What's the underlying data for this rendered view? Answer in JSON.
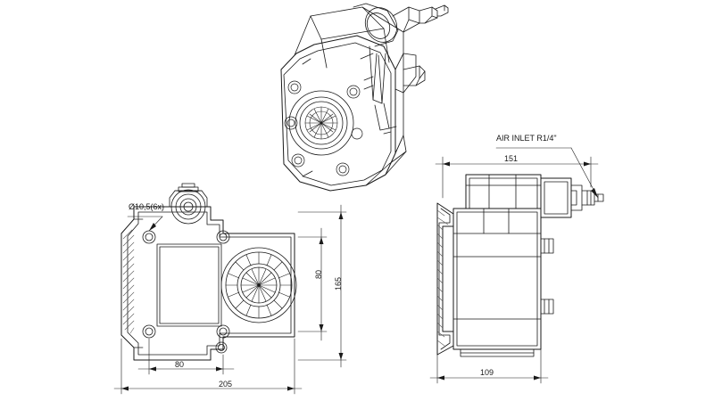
{
  "drawing": {
    "title": "pneumatic starter motor technical drawing",
    "background": "#ffffff",
    "line_color": "#1a1a1a",
    "hatch_color": "#555555",
    "views": [
      {
        "name": "isometric-view",
        "position": "top-center"
      },
      {
        "name": "front-view",
        "position": "bottom-left"
      },
      {
        "name": "side-view",
        "position": "right"
      }
    ],
    "annotations": {
      "air_inlet": "AIR INLET R1/4\"",
      "bolt_hole": "Ø10,5(6x)"
    },
    "dimensions": {
      "front_overall_width": "205",
      "front_bolt_span": "80",
      "front_overall_height": "165",
      "front_inner_height": "80",
      "side_length": "151",
      "side_width": "109"
    }
  }
}
